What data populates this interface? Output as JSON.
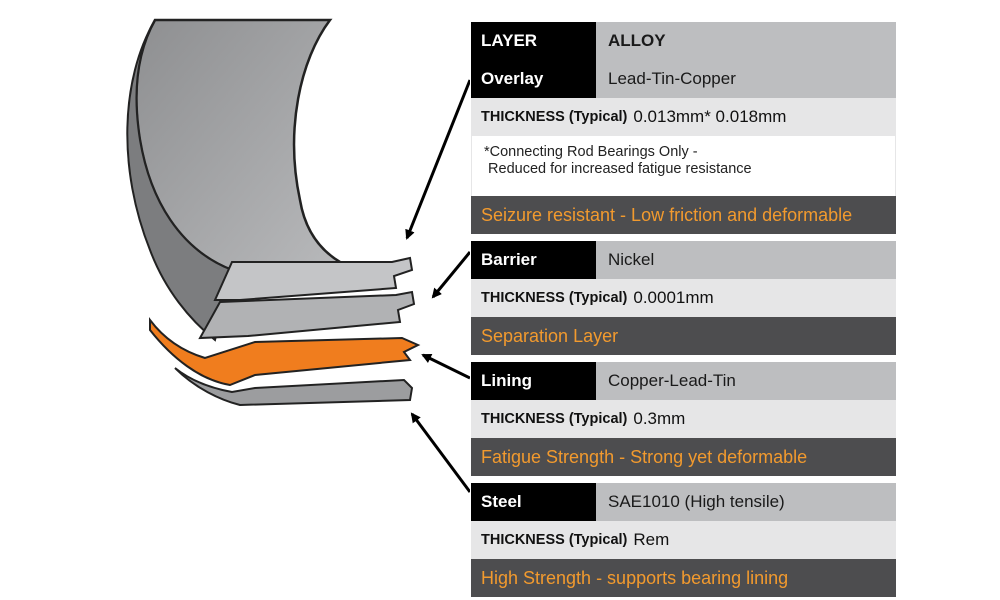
{
  "table": {
    "header": {
      "layer": "LAYER",
      "alloy": "ALLOY"
    },
    "overlay": {
      "name": "Overlay",
      "alloy": "Lead-Tin-Copper",
      "thickness_label": "THICKNESS (Typical)",
      "thickness_value": "0.013mm* 0.018mm",
      "note_line1": "*Connecting Rod Bearings Only -",
      "note_line2": " Reduced for increased fatigue resistance",
      "property": "Seizure resistant - Low friction and deformable"
    },
    "barrier": {
      "name": "Barrier",
      "alloy": "Nickel",
      "thickness_label": "THICKNESS (Typical)",
      "thickness_value": "0.0001mm",
      "property": "Separation Layer"
    },
    "lining": {
      "name": "Lining",
      "alloy": "Copper-Lead-Tin",
      "thickness_label": "THICKNESS (Typical)",
      "thickness_value": "0.3mm",
      "property": "Fatigue Strength - Strong yet deformable"
    },
    "steel": {
      "name": "Steel",
      "alloy": "SAE1010 (High tensile)",
      "thickness_label": "THICKNESS (Typical)",
      "thickness_value": "Rem",
      "property": "High Strength - supports bearing lining"
    }
  },
  "colors": {
    "header_bg": "#000000",
    "value_bg": "#bdbec0",
    "thickness_bg": "#e6e6e7",
    "property_bg": "#4d4d4f",
    "property_text": "#f29a2e",
    "lining_layer": "#f07d1e"
  }
}
